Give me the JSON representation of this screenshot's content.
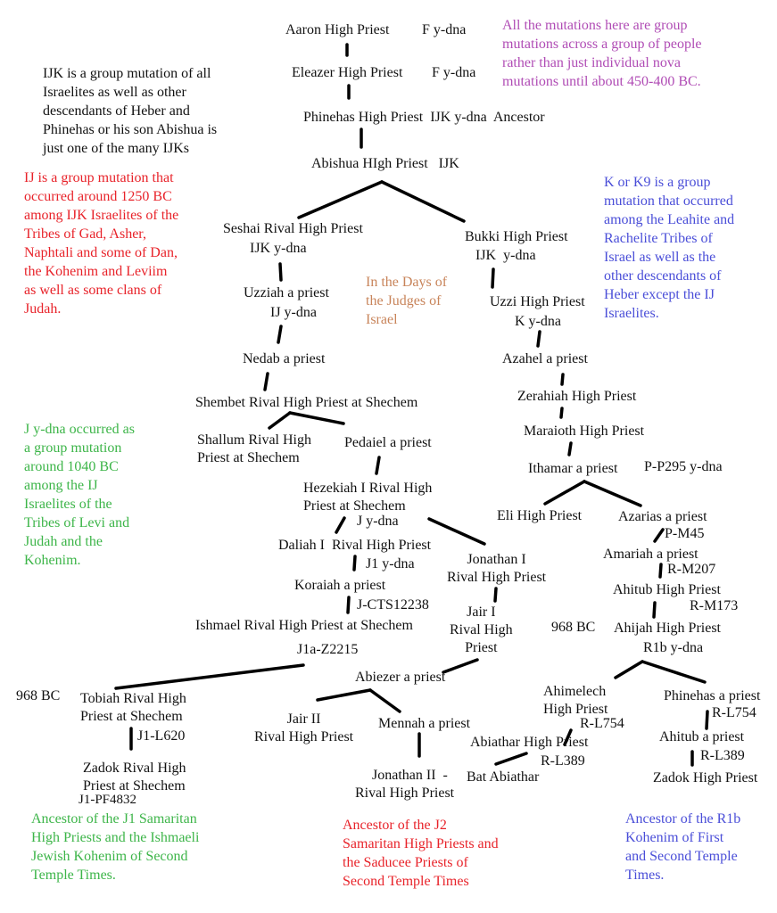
{
  "nodes": {
    "aaron": "Aaron High Priest",
    "aaron_dna": "F y-dna",
    "eleazer": "Eleazer High Priest",
    "eleazer_dna": "F y-dna",
    "phinehas": "Phinehas High Priest  IJK y-dna  Ancestor",
    "abishua": "Abishua HIgh Priest   IJK",
    "seshai": "Seshai Rival High Priest",
    "seshai_dna": "IJK y-dna",
    "uzziah": "Uzziah a priest",
    "uzziah_dna": "IJ y-dna",
    "nedab": "Nedab a priest",
    "shembet": "Shembet Rival High Priest at Shechem",
    "shallum": "Shallum Rival High\nPriest at Shechem",
    "pedaiel": "Pedaiel a priest",
    "hezekiah": "Hezekiah I Rival High\nPriest at Shechem",
    "hezekiah_dna": "J y-dna",
    "daliah": "Daliah I  Rival High Priest",
    "daliah_dna": "J1 y-dna",
    "koraiah": "Koraiah a priest",
    "koraiah_dna": "J-CTS12238",
    "ishmael": "Ishmael Rival High Priest at Shechem",
    "ishmael_dna": "J1a-Z2215",
    "jonathan1": "Jonathan I\nRival High Priest",
    "jair1": "Jair I\nRival High\nPriest",
    "abiezer": "Abiezer a priest",
    "date_left": "968 BC",
    "tobiah": "Tobiah Rival High\nPriest at Shechem",
    "tobiah_dna": "J1-L620",
    "zadok_rival": "Zadok Rival High\nPriest at Shechem",
    "zadok_rival_dna": "J1-PF4832",
    "jair2": "Jair II\nRival High Priest",
    "mennah": "Mennah a priest",
    "jonathan2": "Jonathan II  -",
    "jonathan2_b": "Rival High Priest",
    "bat_abiathar": "Bat Abiathar",
    "bukki": "Bukki High Priest",
    "bukki_dna": "IJK  y-dna",
    "uzzi": "Uzzi High Priest",
    "uzzi_dna": "K y-dna",
    "azahel": "Azahel a priest",
    "zerahiah": "Zerahiah High Priest",
    "maraioth": "Maraioth High Priest",
    "ithamar": "Ithamar a priest",
    "ithamar_dna": "P-P295 y-dna",
    "eli": "Eli High Priest",
    "azarias": "Azarias a priest",
    "azarias_dna": "P-M45",
    "amariah": "Amariah a priest",
    "amariah_dna": "R-M207",
    "ahitub": "Ahitub High Priest",
    "ahitub_dna": "R-M173",
    "date_right": "968 BC",
    "ahijah": "Ahijah High Priest",
    "ahijah_dna": "R1b y-dna",
    "ahimelech": "Ahimelech\nHigh Priest",
    "ahimelech_dna": "R-L754",
    "abiathar": "Abiathar High Priest",
    "abiathar_dna": "R-L389",
    "phinehas2": "Phinehas a priest",
    "phinehas2_dna": "R-L754",
    "ahitub2": "Ahitub a priest",
    "ahitub2_dna": "R-L389",
    "zadok": "Zadok High Priest"
  },
  "notes": {
    "purple": "All the mutations here are group\nmutations across a group of people\nrather than just individual nova\nmutations until about 450-400 BC.",
    "ijk": "IJK is a group mutation of all\nIsraelites as well as other\ndescendants of Heber and\nPhinehas or his son Abishua is\njust one of the many IJKs",
    "ij": "IJ is a group mutation that\noccurred around 1250 BC\namong IJK Israelites of the\nTribes of Gad, Asher,\nNaphtali and some of Dan,\nthe Kohenim and Leviim\nas well as some clans of\nJudah.",
    "judges": "In the Days of\nthe Judges of\nIsrael",
    "k": "K or K9 is a group\nmutation that occurred\namong the Leahite and\nRachelite Tribes of\nIsrael as well as the\nother descendants of\nHeber except the IJ\nIsraelites.",
    "j": "J y-dna occurred as\na group mutation\naround 1040 BC\namong the IJ\nIsraelites of the\nTribes of Levi and\nJudah and the\nKohenim.",
    "j1": "Ancestor of the J1 Samaritan\nHigh Priests and the Ishmaeli\nJewish Kohenim of Second\nTemple Times.",
    "j2": "Ancestor of the J2\nSamaritan High Priests and\nthe Saducee Priests of\nSecond Temple Times",
    "r1b": "Ancestor of the R1b\nKohenim of First\nand Second Temple\nTimes."
  },
  "colors": {
    "purple": "#b04cb5",
    "red": "#e8232a",
    "blue": "#4a4ed8",
    "green": "#3db549",
    "brown": "#c8845a"
  }
}
